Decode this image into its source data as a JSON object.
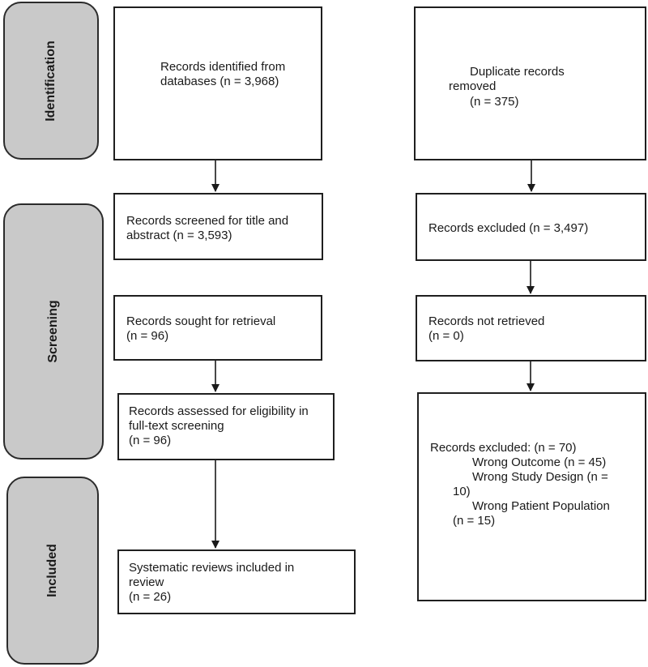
{
  "phases": {
    "identification": "Identification",
    "screening": "Screening",
    "included": "Included"
  },
  "boxes": {
    "records_identified": [
      "Records identified from",
      "databases (n = 3,968)"
    ],
    "duplicates_removed": [
      "Duplicate records",
      "removed",
      "(n = 375)"
    ],
    "records_screened": [
      "Records screened for title and",
      "abstract (n = 3,593)"
    ],
    "records_excluded_screening": [
      "Records excluded (n = 3,497)"
    ],
    "records_sought": [
      "Records sought for retrieval",
      "(n = 96)"
    ],
    "records_not_retrieved": [
      "Records not retrieved",
      "(n = 0)"
    ],
    "records_assessed": [
      "Records assessed for eligibility in",
      "full-text screening",
      "(n = 96)"
    ],
    "records_excluded_fulltext": [
      "Records excluded: (n = 70)",
      "Wrong Outcome (n = 45)",
      "Wrong Study Design (n =",
      "10)",
      "Wrong Patient Population",
      "(n = 15)"
    ],
    "reviews_included": [
      "Systematic reviews included in",
      "review",
      "(n = 26)"
    ]
  }
}
